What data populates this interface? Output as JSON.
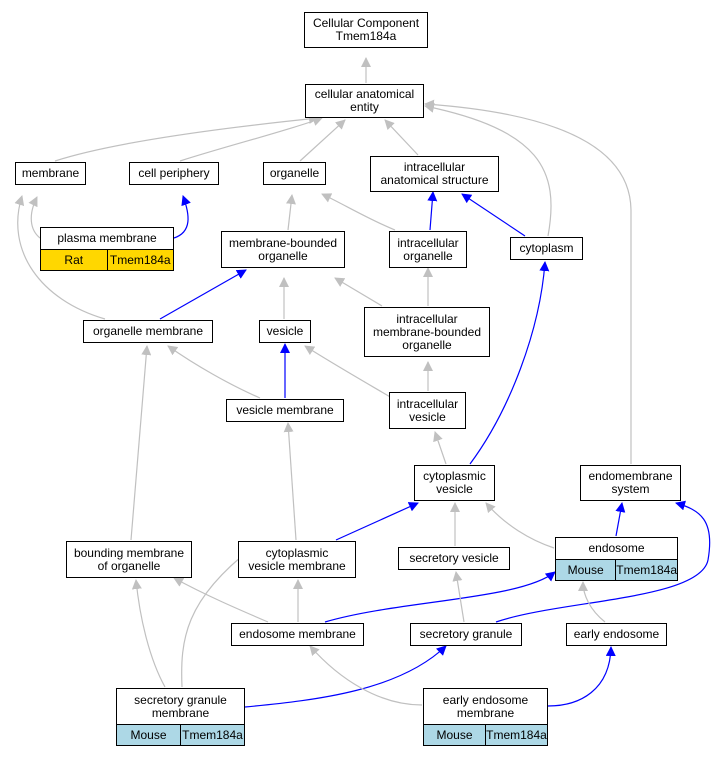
{
  "colors": {
    "is_a_edge": "#c0c0c0",
    "part_of_edge": "#0000ff",
    "rat_annotation": "#ffd700",
    "mouse_annotation": "#add8e6",
    "node_border": "#000000"
  },
  "nodes": {
    "root": "Cellular Component\nTmem184a",
    "cellular_anatomical_entity": "cellular anatomical\nentity",
    "membrane": "membrane",
    "cell_periphery": "cell periphery",
    "organelle": "organelle",
    "intracellular_anatomical_structure": "intracellular\nanatomical structure",
    "plasma_membrane": "plasma membrane",
    "membrane_bounded_organelle": "membrane-bounded\norganelle",
    "intracellular_organelle": "intracellular\norganelle",
    "cytoplasm": "cytoplasm",
    "organelle_membrane": "organelle membrane",
    "vesicle": "vesicle",
    "intracellular_membrane_bounded_organelle": "intracellular\nmembrane-bounded\norganelle",
    "vesicle_membrane": "vesicle membrane",
    "intracellular_vesicle": "intracellular\nvesicle",
    "cytoplasmic_vesicle": "cytoplasmic\nvesicle",
    "endomembrane_system": "endomembrane\nsystem",
    "bounding_membrane_of_organelle": "bounding membrane\nof organelle",
    "cytoplasmic_vesicle_membrane": "cytoplasmic\nvesicle membrane",
    "secretory_vesicle": "secretory vesicle",
    "endosome": "endosome",
    "endosome_membrane": "endosome membrane",
    "secretory_granule": "secretory granule",
    "early_endosome": "early endosome",
    "secretory_granule_membrane": "secretory granule\nmembrane",
    "early_endosome_membrane": "early endosome\nmembrane"
  },
  "annotations": {
    "plasma_membrane": {
      "species": "Rat",
      "gene": "Tmem184a"
    },
    "endosome": {
      "species": "Mouse",
      "gene": "Tmem184a"
    },
    "secretory_granule_membrane": {
      "species": "Mouse",
      "gene": "Tmem184a"
    },
    "early_endosome_membrane": {
      "species": "Mouse",
      "gene": "Tmem184a"
    }
  },
  "edges": [
    {
      "from": "cellular_anatomical_entity",
      "to": "root",
      "type": "is_a"
    },
    {
      "from": "membrane",
      "to": "cellular_anatomical_entity",
      "type": "is_a"
    },
    {
      "from": "cell_periphery",
      "to": "cellular_anatomical_entity",
      "type": "is_a"
    },
    {
      "from": "organelle",
      "to": "cellular_anatomical_entity",
      "type": "is_a"
    },
    {
      "from": "intracellular_anatomical_structure",
      "to": "cellular_anatomical_entity",
      "type": "is_a"
    },
    {
      "from": "cytoplasm",
      "to": "cellular_anatomical_entity",
      "type": "is_a"
    },
    {
      "from": "endomembrane_system",
      "to": "cellular_anatomical_entity",
      "type": "is_a"
    },
    {
      "from": "plasma_membrane",
      "to": "membrane",
      "type": "is_a"
    },
    {
      "from": "plasma_membrane",
      "to": "cell_periphery",
      "type": "part_of"
    },
    {
      "from": "membrane_bounded_organelle",
      "to": "organelle",
      "type": "is_a"
    },
    {
      "from": "intracellular_organelle",
      "to": "organelle",
      "type": "is_a"
    },
    {
      "from": "intracellular_organelle",
      "to": "intracellular_anatomical_structure",
      "type": "part_of"
    },
    {
      "from": "cytoplasm",
      "to": "intracellular_anatomical_structure",
      "type": "part_of"
    },
    {
      "from": "organelle_membrane",
      "to": "membrane",
      "type": "is_a"
    },
    {
      "from": "organelle_membrane",
      "to": "membrane_bounded_organelle",
      "type": "part_of"
    },
    {
      "from": "vesicle",
      "to": "membrane_bounded_organelle",
      "type": "is_a"
    },
    {
      "from": "intracellular_membrane_bounded_organelle",
      "to": "membrane_bounded_organelle",
      "type": "is_a"
    },
    {
      "from": "intracellular_membrane_bounded_organelle",
      "to": "intracellular_organelle",
      "type": "is_a"
    },
    {
      "from": "vesicle_membrane",
      "to": "organelle_membrane",
      "type": "is_a"
    },
    {
      "from": "vesicle_membrane",
      "to": "vesicle",
      "type": "part_of"
    },
    {
      "from": "intracellular_vesicle",
      "to": "vesicle",
      "type": "is_a"
    },
    {
      "from": "intracellular_vesicle",
      "to": "intracellular_membrane_bounded_organelle",
      "type": "is_a"
    },
    {
      "from": "cytoplasmic_vesicle",
      "to": "intracellular_vesicle",
      "type": "is_a"
    },
    {
      "from": "cytoplasmic_vesicle",
      "to": "cytoplasm",
      "type": "part_of"
    },
    {
      "from": "bounding_membrane_of_organelle",
      "to": "organelle_membrane",
      "type": "is_a"
    },
    {
      "from": "cytoplasmic_vesicle_membrane",
      "to": "vesicle_membrane",
      "type": "is_a"
    },
    {
      "from": "cytoplasmic_vesicle_membrane",
      "to": "cytoplasmic_vesicle",
      "type": "part_of"
    },
    {
      "from": "secretory_vesicle",
      "to": "cytoplasmic_vesicle",
      "type": "is_a"
    },
    {
      "from": "endosome",
      "to": "cytoplasmic_vesicle",
      "type": "is_a"
    },
    {
      "from": "endosome",
      "to": "endomembrane_system",
      "type": "part_of"
    },
    {
      "from": "endosome_membrane",
      "to": "bounding_membrane_of_organelle",
      "type": "is_a"
    },
    {
      "from": "endosome_membrane",
      "to": "cytoplasmic_vesicle_membrane",
      "type": "is_a"
    },
    {
      "from": "endosome_membrane",
      "to": "endosome",
      "type": "part_of"
    },
    {
      "from": "secretory_granule",
      "to": "secretory_vesicle",
      "type": "is_a"
    },
    {
      "from": "secretory_granule",
      "to": "endomembrane_system",
      "type": "part_of"
    },
    {
      "from": "early_endosome",
      "to": "endosome",
      "type": "is_a"
    },
    {
      "from": "secretory_granule_membrane",
      "to": "bounding_membrane_of_organelle",
      "type": "is_a"
    },
    {
      "from": "secretory_granule_membrane",
      "to": "cytoplasmic_vesicle_membrane",
      "type": "is_a"
    },
    {
      "from": "secretory_granule_membrane",
      "to": "secretory_granule",
      "type": "part_of"
    },
    {
      "from": "early_endosome_membrane",
      "to": "endosome_membrane",
      "type": "is_a"
    },
    {
      "from": "early_endosome_membrane",
      "to": "early_endosome",
      "type": "part_of"
    }
  ]
}
